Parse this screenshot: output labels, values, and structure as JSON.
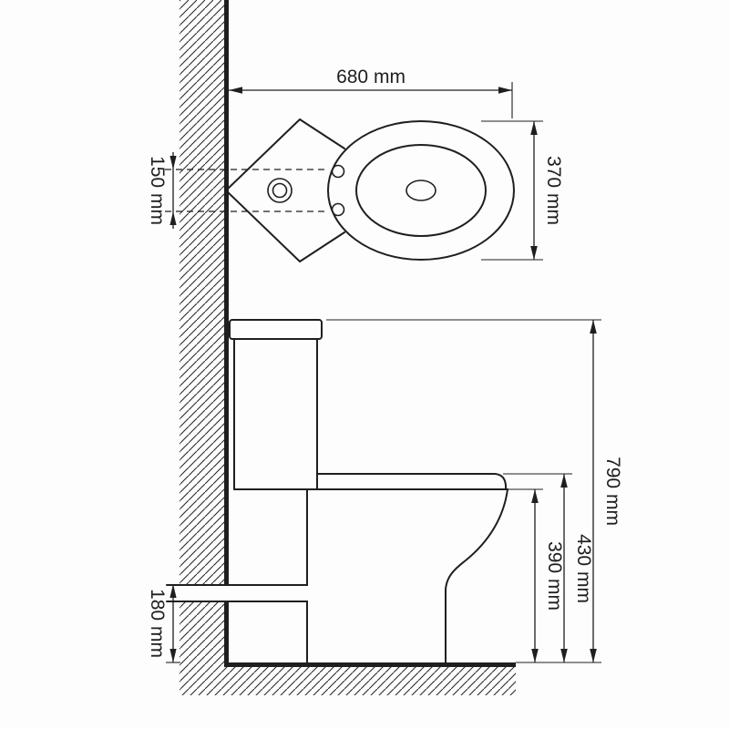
{
  "drawing": {
    "type": "technical-dimension-diagram",
    "subject": "corner toilet top view and side view",
    "colors": {
      "background": "#fdfdfd",
      "line": "#1f1f1f",
      "text": "#1f1f1f"
    },
    "labels": {
      "top_width": "680 mm",
      "top_depth": "370 mm",
      "inlet_spacing": "150 mm",
      "total_height": "790 mm",
      "seat_height": "430 mm",
      "bowl_height": "390 mm",
      "outlet_height": "180 mm"
    }
  }
}
